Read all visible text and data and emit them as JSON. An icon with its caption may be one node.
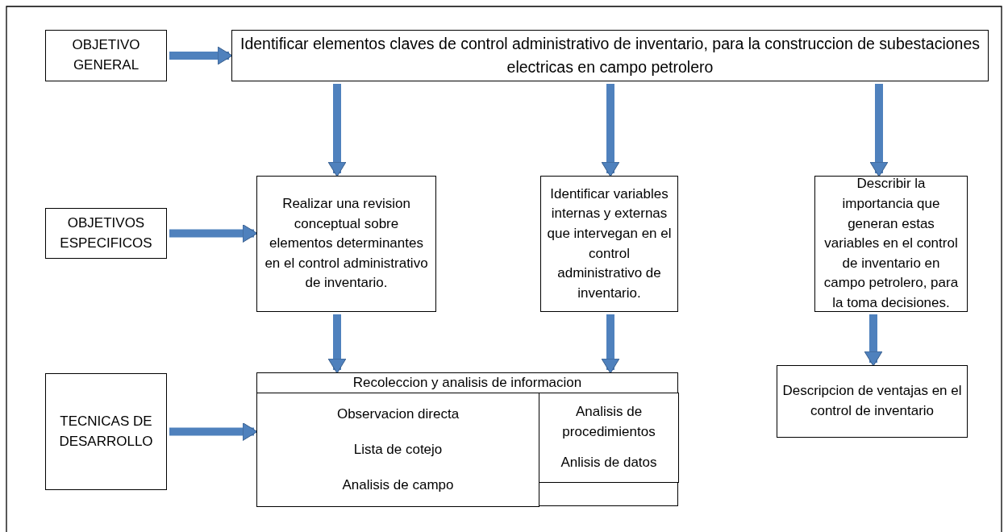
{
  "diagram": {
    "nodes": [
      {
        "text": [
          "OBJETIVO GENERAL"
        ]
      },
      {
        "text": [
          "Identificar elementos claves de control administrativo de inventario, para la construccion de subestaciones electricas en campo petrolero"
        ]
      },
      {
        "text": [
          "OBJETIVOS ESPECIFICOS"
        ]
      },
      {
        "text": [
          "Realizar una revision conceptual sobre elementos determinantes en el control administrativo de inventario."
        ]
      },
      {
        "text": [
          "Identificar variables internas y externas que intervegan en el control administrativo de inventario."
        ]
      },
      {
        "text": [
          "Describir la importancia que generan estas variables en el control de inventario en campo petrolero, para la toma decisiones."
        ]
      },
      {
        "text": [
          "TECNICAS DE DESARROLLO"
        ]
      },
      {
        "text": [
          "Recoleccion y analisis de informacion"
        ]
      },
      {
        "text": [
          "Observacion directa",
          "Lista de cotejo",
          "Analisis de campo"
        ],
        "in": 7
      },
      {
        "text": [
          "Analisis de procedimientos",
          "Anlisis de datos"
        ],
        "in": 7
      },
      {
        "text": [
          "Descripcion de ventajas en el control de inventario"
        ]
      }
    ],
    "edges": [
      {
        "from": 0,
        "to": 1,
        "arrow": "to"
      },
      {
        "from": 1,
        "to": 3,
        "arrow": "to"
      },
      {
        "from": 1,
        "to": 4,
        "arrow": "to"
      },
      {
        "from": 1,
        "to": 5,
        "arrow": "to"
      },
      {
        "from": 2,
        "to": 3,
        "arrow": "to"
      },
      {
        "from": 3,
        "to": 7,
        "arrow": "to"
      },
      {
        "from": 4,
        "to": 7,
        "arrow": "to"
      },
      {
        "from": 5,
        "to": 10,
        "arrow": "to"
      },
      {
        "from": 6,
        "to": 7,
        "arrow": "to"
      }
    ]
  }
}
